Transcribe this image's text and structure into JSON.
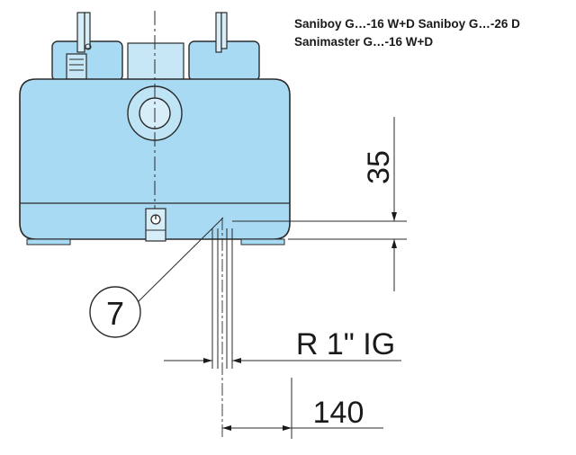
{
  "header": {
    "model_line_1": "Saniboy G…-16 W+D  Saniboy G…-26 D",
    "model_line_2": "Sanimaster G…-16 W+D"
  },
  "dimensions": {
    "height_label": "35",
    "thread_label": "R 1\" IG",
    "width_label": "140"
  },
  "callout": {
    "number": "7"
  },
  "colors": {
    "body_fill": "#a9daf3",
    "outline": "#2a2a2a"
  }
}
